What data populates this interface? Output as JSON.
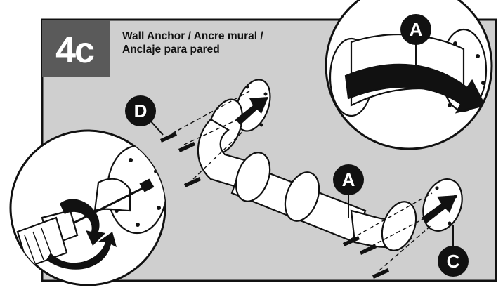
{
  "step": "4c",
  "title_line1": "Wall Anchor / Ancre mural /",
  "title_line2": "Anclaje para pared",
  "callouts": {
    "inset_top": "A",
    "screw_part": "D",
    "bar_part": "A",
    "flange_arrow": "C"
  },
  "colors": {
    "background": "#cfcfcf",
    "step_box": "#5a5a5a",
    "callout_circle": "#111111",
    "outline": "#111111"
  },
  "icons": [
    "rotate-arrow-icon",
    "direction-arrow-icon"
  ]
}
